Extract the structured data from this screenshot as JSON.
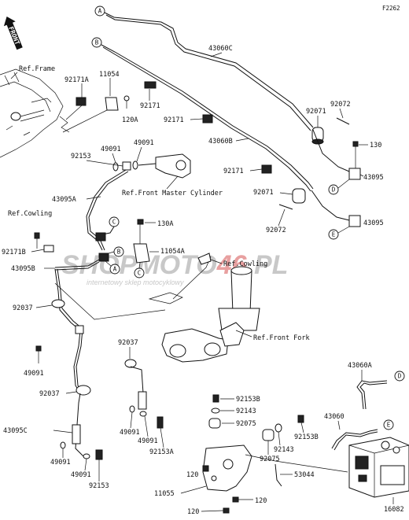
{
  "diagram_code": "F2262",
  "front_label": "FRONT",
  "watermark": {
    "brand_a": "SHOPMOTO",
    "brand_b": "46",
    "brand_c": ".PL",
    "tagline": "internetowy sklep motocyklowy"
  },
  "references": {
    "frame": "Ref.Frame",
    "cowling_left": "Ref.Cowling",
    "cowling_mid": "Ref.Cowling",
    "master_cylinder": "Ref.Front Master Cylinder",
    "front_fork": "Ref.Front Fork"
  },
  "connectors": {
    "a_top": "A",
    "b_top": "B",
    "c_mid": "C",
    "b_mid": "B",
    "a_mid": "A",
    "c_low": "C",
    "d_right": "D",
    "e_right": "E",
    "d_low": "D",
    "e_low": "E"
  },
  "parts": {
    "p43060c": "43060C",
    "p92072a": "92072",
    "p92071a": "92071",
    "p130a": "130",
    "p43060b": "43060B",
    "p43095a": "43095",
    "p92171a": "92171",
    "p92071b": "92071",
    "p43095b": "43095",
    "p92072b": "92072",
    "p92171A": "92171A",
    "p11054": "11054",
    "p92171b": "92171",
    "p120a": "120A",
    "p92171c": "92171",
    "p92153a": "92153",
    "p49091a": "49091",
    "p49091b": "49091",
    "p43095A": "43095A",
    "p130A": "130A",
    "p11054A": "11054A",
    "p92171B": "92171B",
    "p43095B": "43095B",
    "p92037a": "92037",
    "p92037b": "92037",
    "p49091c": "49091",
    "p92037c": "92037",
    "p49091d": "49091",
    "p49091e": "49091",
    "p92153A": "92153A",
    "p43095C": "43095C",
    "p49091f": "49091",
    "p49091g": "49091",
    "p92153b": "92153",
    "p92153B1": "92153B",
    "p92143a": "92143",
    "p92075a": "92075",
    "p92153B2": "92153B",
    "p92143b": "92143",
    "p92075b": "92075",
    "p43060A": "43060A",
    "p43060": "43060",
    "p120b": "120",
    "p53044": "53044",
    "p11055": "11055",
    "p120c": "120",
    "p120d": "120",
    "p16082": "16082"
  }
}
